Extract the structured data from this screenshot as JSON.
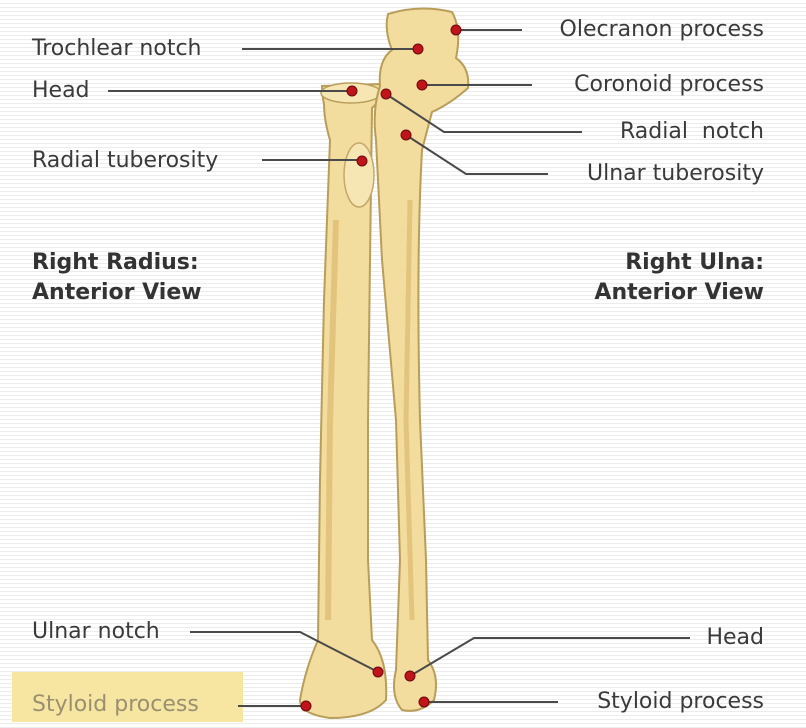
{
  "labels": {
    "trochlear_notch": "Trochlear notch",
    "head_top": "Head",
    "radial_tuberosity": "Radial tuberosity",
    "olecranon_process": "Olecranon process",
    "coronoid_process": "Coronoid process",
    "radial_notch": "Radial  notch",
    "ulnar_tuberosity": "Ulnar tuberosity",
    "ulnar_notch": "Ulnar notch",
    "styloid_process_left": "Styloid process",
    "head_bottom": "Head",
    "styloid_process_right": "Styloid process"
  },
  "views": {
    "radius_line1": "Right Radius:",
    "radius_line2": "Anterior View",
    "ulna_line1": "Right Ulna:",
    "ulna_line2": "Anterior View"
  },
  "colors": {
    "bone_fill": "#f2dc9e",
    "bone_stroke": "#b99e5a",
    "bone_shade": "#e3c47c",
    "marker": "#c0141a",
    "leader_line": "#4a4a4a",
    "highlight": "#f6e6a2"
  }
}
